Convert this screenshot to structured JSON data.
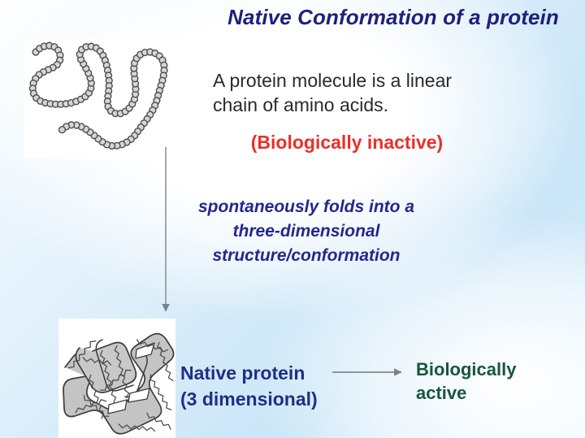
{
  "slide": {
    "title": "Native Conformation of a protein",
    "background_gradient_from": "#ffffff",
    "background_gradient_to": "#c9e5f7"
  },
  "title_color": "#1f1f7d",
  "body": {
    "line1": "A protein molecule is a linear",
    "line2": "chain of amino acids.",
    "color": "#2a2a2a"
  },
  "inactive": {
    "text": "(Biologically inactive)",
    "color": "#e8302b"
  },
  "folding": {
    "line1": "spontaneously folds into a",
    "line2": "three-dimensional",
    "line3": "structure/conformation",
    "color": "#26268c"
  },
  "native": {
    "line1": "Native protein",
    "line2": "(3 dimensional)",
    "color": "#1f2f86"
  },
  "active": {
    "line1": "Biologically",
    "line2": "active",
    "color": "#17563f"
  },
  "illustrations": {
    "unfolded_chain": "linear-amino-acid-chain-illustration",
    "folded_protein": "folded-three-dimensional-protein-illustration",
    "bead_fill": "#d9d9d9",
    "bead_stroke": "#4a4a4a",
    "ribbon_fill": "#c4c4c4",
    "ribbon_stroke": "#3c3c3c"
  },
  "arrows": {
    "vertical": "downward-folding-arrow",
    "horizontal": "rightward-result-arrow",
    "color": "#7a8490"
  }
}
